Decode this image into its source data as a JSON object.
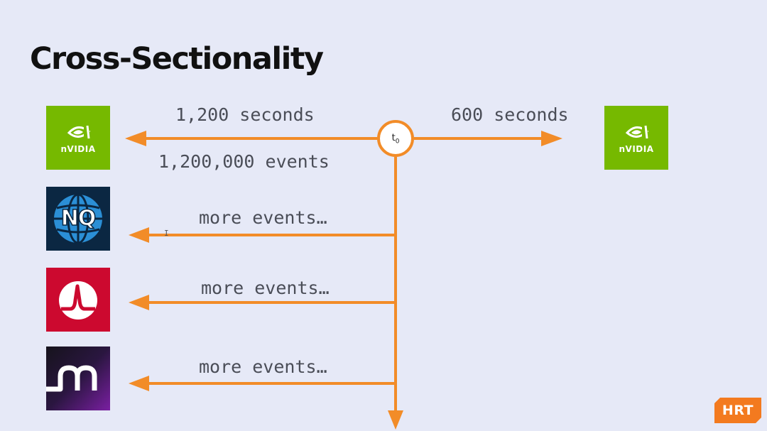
{
  "slide": {
    "title": "Cross-Sectionality",
    "accent_color": "#f28c28",
    "background_color": "#e6e9f7"
  },
  "timeline": {
    "origin_label": "t",
    "origin_subscript": "0",
    "left_duration": "1,200 seconds",
    "left_events": "1,200,000 events",
    "right_duration": "600 seconds"
  },
  "rows": [
    {
      "label": "more events…"
    },
    {
      "label": "more events…"
    },
    {
      "label": "more events…"
    }
  ],
  "logos": {
    "nvidia_text": "nVIDIA",
    "nq_text": "NQ",
    "nvidia_color": "#76b900",
    "nq_color": "#0b2742",
    "broadcom_color": "#cc092f",
    "m_color": "#7a1fa2"
  },
  "branding": {
    "logo_text": "HRT",
    "color": "#f37a1f"
  }
}
